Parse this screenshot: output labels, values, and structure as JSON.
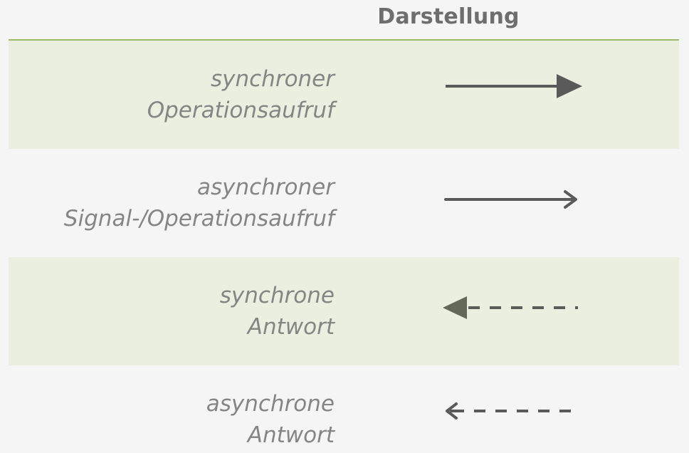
{
  "header": {
    "title": "Darstellung"
  },
  "rows": [
    {
      "label_line1": "synchroner",
      "label_line2": "Operationsaufruf",
      "arrow": "solid-filled-right"
    },
    {
      "label_line1": "asynchroner",
      "label_line2": "Signal-/Operationsaufruf",
      "arrow": "solid-open-right"
    },
    {
      "label_line1": "synchrone",
      "label_line2": "Antwort",
      "arrow": "dashed-filled-left"
    },
    {
      "label_line1": "asynchrone",
      "label_line2": "Antwort",
      "arrow": "dashed-open-left"
    }
  ],
  "colors": {
    "accent_rule": "#9dbb6d",
    "row_shade": "#ebefe0",
    "arrow": "#5a5a5a",
    "arrow_head_dark": "#626958",
    "label_text": "#858585",
    "header_text": "#6e6e6e"
  }
}
